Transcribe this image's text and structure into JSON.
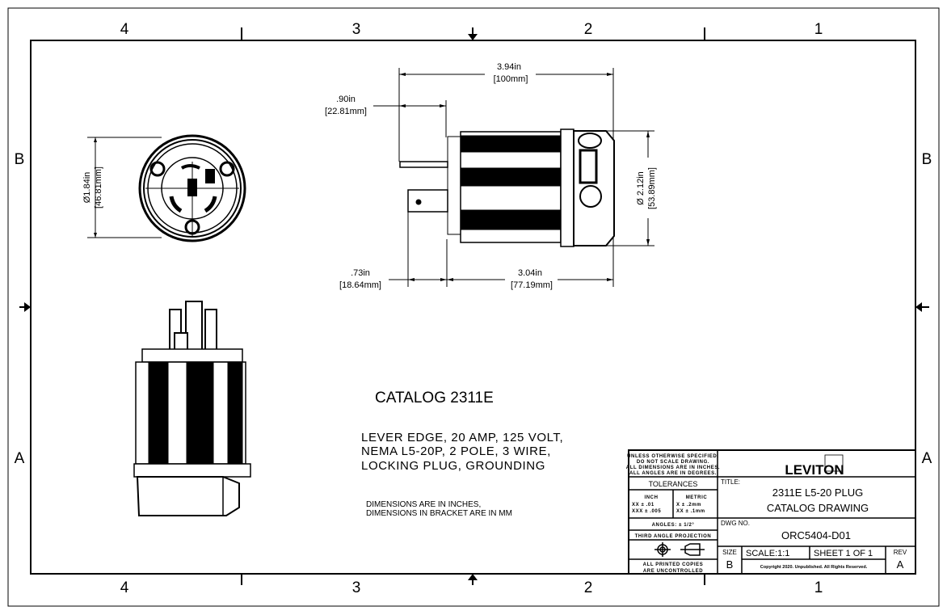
{
  "sheet": {
    "zones_top": [
      "4",
      "3",
      "2",
      "1"
    ],
    "zones_bottom": [
      "4",
      "3",
      "2",
      "1"
    ],
    "zones_left": [
      "B",
      "A"
    ],
    "zones_right": [
      "B",
      "A"
    ]
  },
  "dimensions": {
    "front_dia_in": "Ø1.84in",
    "front_dia_mm": "[46.81mm]",
    "overall_in": "3.94in",
    "overall_mm": "[100mm]",
    "blade_in": ".90in",
    "blade_mm": "[22.81mm]",
    "ground_in": ".73in",
    "ground_mm": "[18.64mm]",
    "body_in": "3.04in",
    "body_mm": "[77.19mm]",
    "side_dia_in": "Ø 2.12in",
    "side_dia_mm": "[53.89mm]"
  },
  "notes": {
    "catalog": "CATALOG 2311E",
    "description": [
      "LEVER EDGE, 20 AMP, 125 VOLT,",
      "NEMA L5-20P, 2 POLE, 3 WIRE,",
      "LOCKING PLUG, GROUNDING"
    ],
    "units": [
      "DIMENSIONS ARE IN INCHES,",
      "DIMENSIONS IN BRACKET ARE IN MM"
    ]
  },
  "title_block": {
    "unless": [
      "UNLESS OTHERWISE SPECIFIED:",
      "DO NOT SCALE DRAWING.",
      "ALL DIMENSIONS ARE IN INCHES.",
      "ALL ANGLES ARE IN DEGREES."
    ],
    "tolerances": "TOLERANCES",
    "inch_label": "INCH",
    "inch_rows": [
      "XX  ± .01",
      "XXX ± .005"
    ],
    "metric_label": "METRIC",
    "metric_rows": [
      "X   ± .2mm",
      "XX  ± .1mm"
    ],
    "angles": "ANGLES: ± 1/2°",
    "projection": "THIRD ANGLE PROJECTION",
    "uncontrolled": [
      "ALL PRINTED COPIES",
      "ARE UNCONTROLLED"
    ],
    "logo": "LEVITON",
    "title_label": "TITLE:",
    "title": [
      "2311E L5-20 PLUG",
      "CATALOG DRAWING"
    ],
    "dwg_label": "DWG NO.",
    "dwg_no": "ORC5404-D01",
    "size_label": "SIZE",
    "size": "B",
    "scale": "SCALE:1:1",
    "sheet": "SHEET 1 OF 1",
    "rev_label": "REV",
    "rev": "A",
    "copyright": "Copyright 2020. Unpublished. All Rights Reserved."
  }
}
